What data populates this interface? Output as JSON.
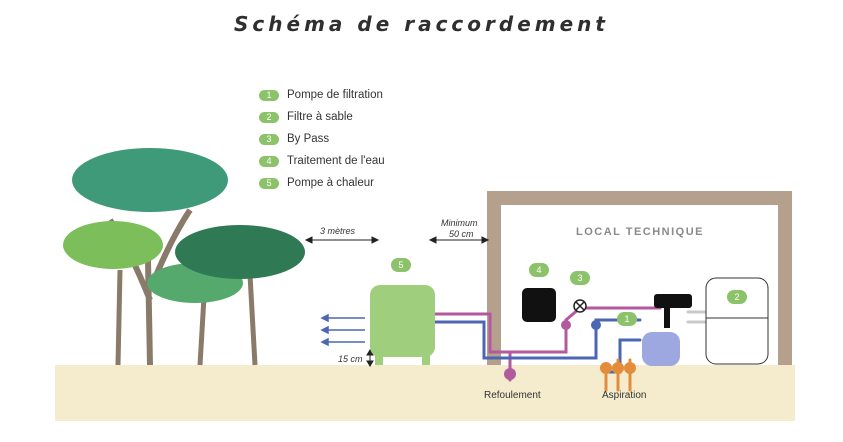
{
  "title": "Schéma de raccordement",
  "legend": [
    {
      "num": "1",
      "label": "Pompe de filtration"
    },
    {
      "num": "2",
      "label": "Filtre à sable"
    },
    {
      "num": "3",
      "label": "By Pass"
    },
    {
      "num": "4",
      "label": "Traitement de l'eau"
    },
    {
      "num": "5",
      "label": "Pompe à chaleur"
    }
  ],
  "labels": {
    "local": "LOCAL TECHNIQUE",
    "trees_distance": "3 mètres",
    "min_line1": "Minimum",
    "min_line2": "50 cm",
    "height": "15 cm",
    "refoulement": "Refoulement",
    "aspiration": "Aspiration"
  },
  "badges": {
    "b1": "1",
    "b2": "2",
    "b3": "3",
    "b4": "4",
    "b5": "5"
  },
  "colors": {
    "badge": "#8cc36a",
    "ground": "#f4eccd",
    "wall": "#b59f8d",
    "pipe_purple": "#b35a9e",
    "pipe_blue": "#4b66b3",
    "pipe_orange": "#e38d3b",
    "tank": "#9fcf7c",
    "pump": "#9ea8e0",
    "tree_light": "#79bf63",
    "tree_dark": "#3e8a5b"
  }
}
